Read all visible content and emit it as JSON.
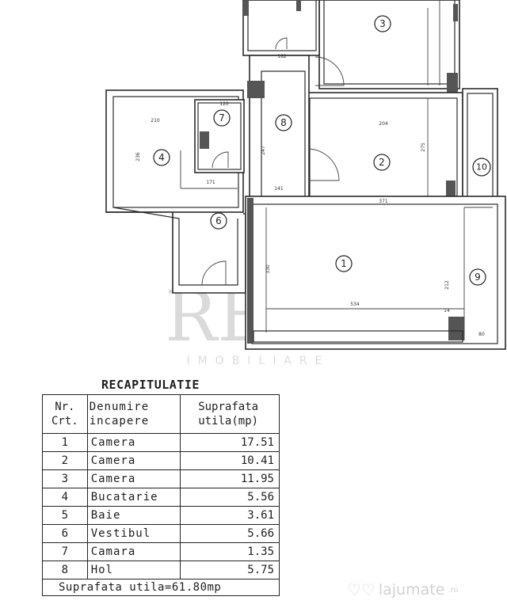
{
  "plan": {
    "rooms": [
      {
        "no": "1"
      },
      {
        "no": "2"
      },
      {
        "no": "3"
      },
      {
        "no": "4"
      },
      {
        "no": "6"
      },
      {
        "no": "7"
      },
      {
        "no": "8"
      },
      {
        "no": "9"
      },
      {
        "no": "10"
      }
    ],
    "dims": [
      "182",
      "210",
      "120",
      "236",
      "171",
      "141",
      "247",
      "371",
      "204",
      "275",
      "330",
      "534",
      "212",
      "80",
      "14"
    ]
  },
  "watermark": {
    "logo": "RE/A",
    "sub": "IMOBILIARE"
  },
  "recap": {
    "title": "RECAPITULATIE",
    "headers": [
      "Nr.\nCrt.",
      "Denumire\nincapere",
      "Suprafata\nutila(mp)"
    ],
    "rows": [
      {
        "nr": "1",
        "name": "Camera",
        "area": "17.51"
      },
      {
        "nr": "2",
        "name": "Camera",
        "area": "10.41"
      },
      {
        "nr": "3",
        "name": "Camera",
        "area": "11.95"
      },
      {
        "nr": "4",
        "name": "Bucatarie",
        "area": "5.56"
      },
      {
        "nr": "5",
        "name": "Baie",
        "area": "3.61"
      },
      {
        "nr": "6",
        "name": "Vestibul",
        "area": "5.66"
      },
      {
        "nr": "7",
        "name": "Camara",
        "area": "1.35"
      },
      {
        "nr": "8",
        "name": "Hol",
        "area": "5.75"
      }
    ],
    "total": "Suprafata utila=61.80mp"
  },
  "brand": {
    "name": "lajumate",
    "tld": ".ro"
  }
}
